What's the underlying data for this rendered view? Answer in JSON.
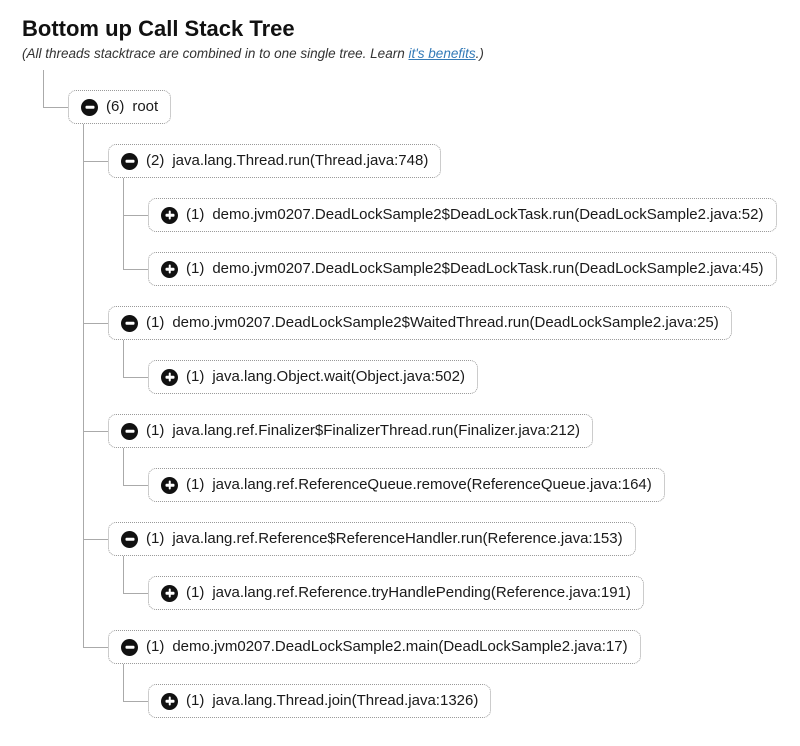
{
  "header": {
    "title": "Bottom up Call Stack Tree",
    "subtitle_prefix": "(All threads stacktrace are combined in to one single tree. Learn ",
    "subtitle_link": "it's benefits",
    "subtitle_suffix": ".)"
  },
  "icons": {
    "expanded": "collapse-minus-circle-icon",
    "collapsed": "expand-plus-circle-icon"
  },
  "colors": {
    "link": "#337ab7",
    "node_border": "#999999",
    "connector": "#aaaaaa",
    "toggle_background": "#111111",
    "text": "#1a1a1a"
  },
  "tree": {
    "count": "(6)",
    "label": "root",
    "state": "expanded",
    "children": [
      {
        "count": "(2)",
        "label": "java.lang.Thread.run(Thread.java:748)",
        "state": "expanded",
        "children": [
          {
            "count": "(1)",
            "label": "demo.jvm0207.DeadLockSample2$DeadLockTask.run(DeadLockSample2.java:52)",
            "state": "collapsed",
            "children": []
          },
          {
            "count": "(1)",
            "label": "demo.jvm0207.DeadLockSample2$DeadLockTask.run(DeadLockSample2.java:45)",
            "state": "collapsed",
            "children": []
          }
        ]
      },
      {
        "count": "(1)",
        "label": "demo.jvm0207.DeadLockSample2$WaitedThread.run(DeadLockSample2.java:25)",
        "state": "expanded",
        "children": [
          {
            "count": "(1)",
            "label": "java.lang.Object.wait(Object.java:502)",
            "state": "collapsed",
            "children": []
          }
        ]
      },
      {
        "count": "(1)",
        "label": "java.lang.ref.Finalizer$FinalizerThread.run(Finalizer.java:212)",
        "state": "expanded",
        "children": [
          {
            "count": "(1)",
            "label": "java.lang.ref.ReferenceQueue.remove(ReferenceQueue.java:164)",
            "state": "collapsed",
            "children": []
          }
        ]
      },
      {
        "count": "(1)",
        "label": "java.lang.ref.Reference$ReferenceHandler.run(Reference.java:153)",
        "state": "expanded",
        "children": [
          {
            "count": "(1)",
            "label": "java.lang.ref.Reference.tryHandlePending(Reference.java:191)",
            "state": "collapsed",
            "children": []
          }
        ]
      },
      {
        "count": "(1)",
        "label": "demo.jvm0207.DeadLockSample2.main(DeadLockSample2.java:17)",
        "state": "expanded",
        "children": [
          {
            "count": "(1)",
            "label": "java.lang.Thread.join(Thread.java:1326)",
            "state": "collapsed",
            "children": []
          }
        ]
      }
    ]
  }
}
